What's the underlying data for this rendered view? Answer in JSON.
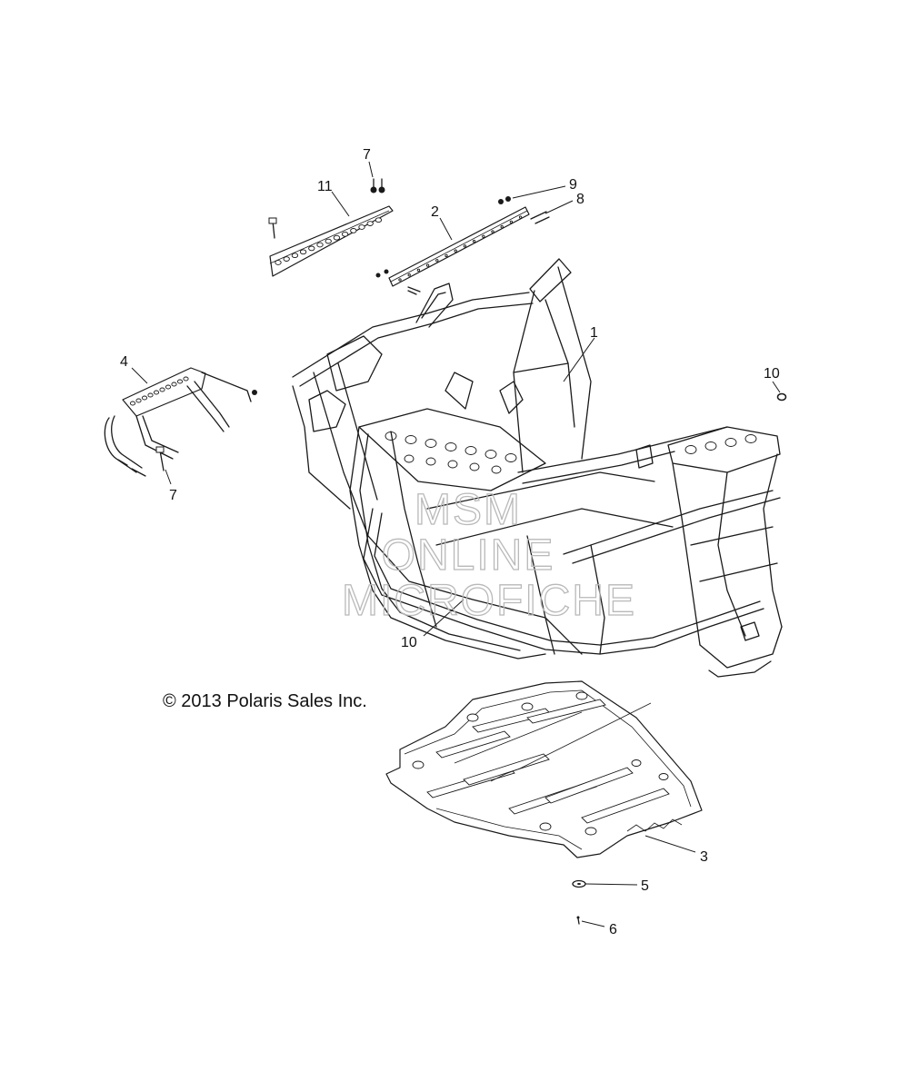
{
  "copyright": "© 2013 Polaris Sales Inc.",
  "watermark": [
    "MSM",
    "ONLINE",
    "MICROFICHE"
  ],
  "callouts": [
    {
      "id": "c1",
      "label": "1"
    },
    {
      "id": "c2",
      "label": "2"
    },
    {
      "id": "c3",
      "label": "3"
    },
    {
      "id": "c4",
      "label": "4"
    },
    {
      "id": "c5",
      "label": "5"
    },
    {
      "id": "c6",
      "label": "6"
    },
    {
      "id": "c7a",
      "label": "7"
    },
    {
      "id": "c7b",
      "label": "7"
    },
    {
      "id": "c8",
      "label": "8"
    },
    {
      "id": "c9",
      "label": "9"
    },
    {
      "id": "c10a",
      "label": "10"
    },
    {
      "id": "c10b",
      "label": "10"
    },
    {
      "id": "c11",
      "label": "11"
    }
  ]
}
